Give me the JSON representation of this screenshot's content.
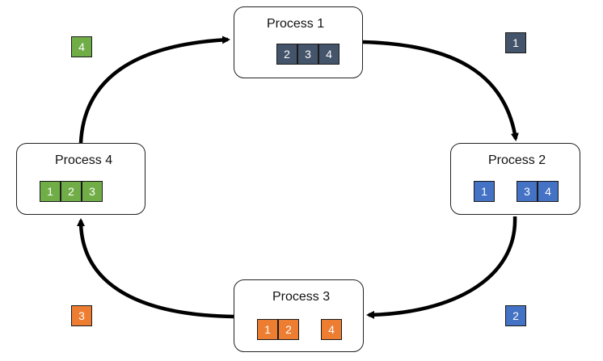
{
  "colors": {
    "slate": "#44546A",
    "blue": "#4472C4",
    "orange": "#ED7D31",
    "green": "#70AD47"
  },
  "processes": [
    {
      "title": "Process 1",
      "blocks": [
        "2",
        "3",
        "4"
      ]
    },
    {
      "title": "Process 2",
      "blocks": [
        "1",
        "3",
        "4"
      ]
    },
    {
      "title": "Process 3",
      "blocks": [
        "1",
        "2",
        "4"
      ]
    },
    {
      "title": "Process 4",
      "blocks": [
        "1",
        "2",
        "3"
      ]
    }
  ],
  "messages": [
    {
      "label": "1",
      "color": "slate"
    },
    {
      "label": "2",
      "color": "blue"
    },
    {
      "label": "3",
      "color": "orange"
    },
    {
      "label": "4",
      "color": "green"
    }
  ]
}
